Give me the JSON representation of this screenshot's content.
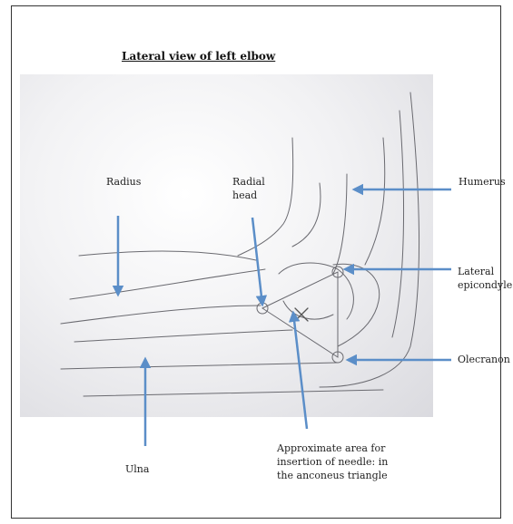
{
  "title": "Lateral view of left elbow",
  "labels": {
    "radius": "Radius",
    "radial_head_line1": "Radial",
    "radial_head_line2": "head",
    "humerus": "Humerus",
    "lateral_epicondyle_line1": "Lateral",
    "lateral_epicondyle_line2": "epicondyle",
    "olecranon": "Olecranon",
    "ulna": "Ulna",
    "needle_line1": "Approximate area for",
    "needle_line2": "insertion of needle: in",
    "needle_line3": "the anconeus triangle"
  },
  "colors": {
    "arrow": "#5b8ec8",
    "pencil": "#6a6a70"
  }
}
